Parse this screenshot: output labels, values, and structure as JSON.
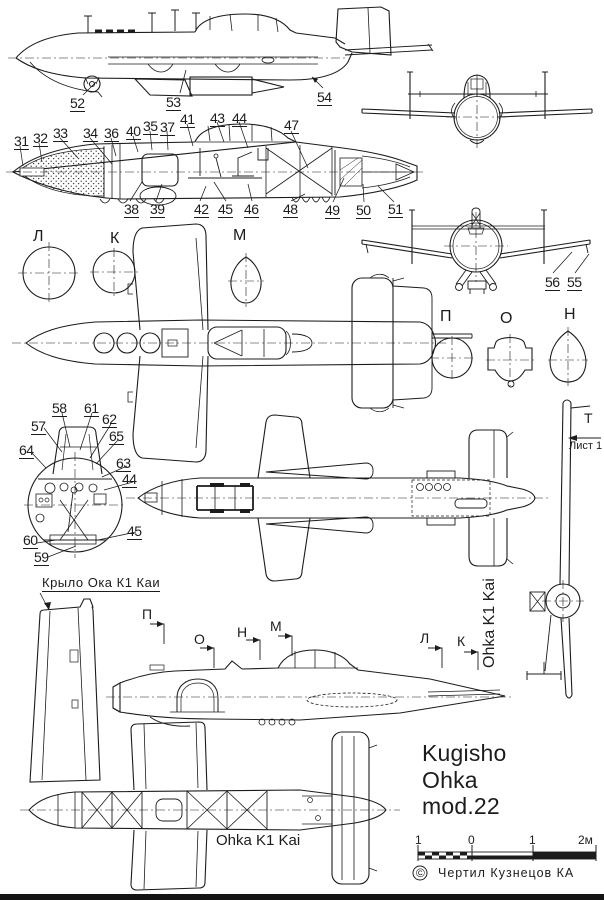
{
  "page": {
    "title_lines": [
      "Kugisho",
      "Ohka",
      "mod.22"
    ],
    "copyright_symbol": "©",
    "credit": "Чертил Кузнецов КА",
    "sheet_note": "Лист 1",
    "t_mark": "Т"
  },
  "labels": {
    "wing_caption": "Крыло Ока К1 Каи",
    "k1kai_vertical": "Ohka K1 Kai",
    "k1kai_bottom": "Ohka K1 Kai"
  },
  "scale_bar": {
    "tick_labels": [
      "1",
      "0",
      "1",
      "2м"
    ]
  },
  "sections": {
    "plan_row": [
      "Л",
      "К",
      "М"
    ],
    "right_row": [
      "П",
      "О",
      "Н"
    ],
    "k1kai_marks": [
      "П",
      "О",
      "Н",
      "М",
      "Л",
      "К"
    ]
  },
  "callouts": {
    "carrier_side": [
      "52",
      "53",
      "54"
    ],
    "cutaway_top": [
      "31",
      "32",
      "33",
      "34",
      "36",
      "40",
      "35",
      "37",
      "41",
      "43",
      "44",
      "47"
    ],
    "cutaway_bottom": [
      "38",
      "39",
      "42",
      "45",
      "46",
      "48",
      "49",
      "50",
      "51"
    ],
    "rear_view": [
      "56",
      "55"
    ],
    "cockpit_section": [
      "57",
      "58",
      "61",
      "62",
      "65",
      "64",
      "63",
      "44",
      "45",
      "60",
      "59"
    ]
  },
  "colors": {
    "ink": "#1c1c1c",
    "paper": "#ffffff"
  }
}
